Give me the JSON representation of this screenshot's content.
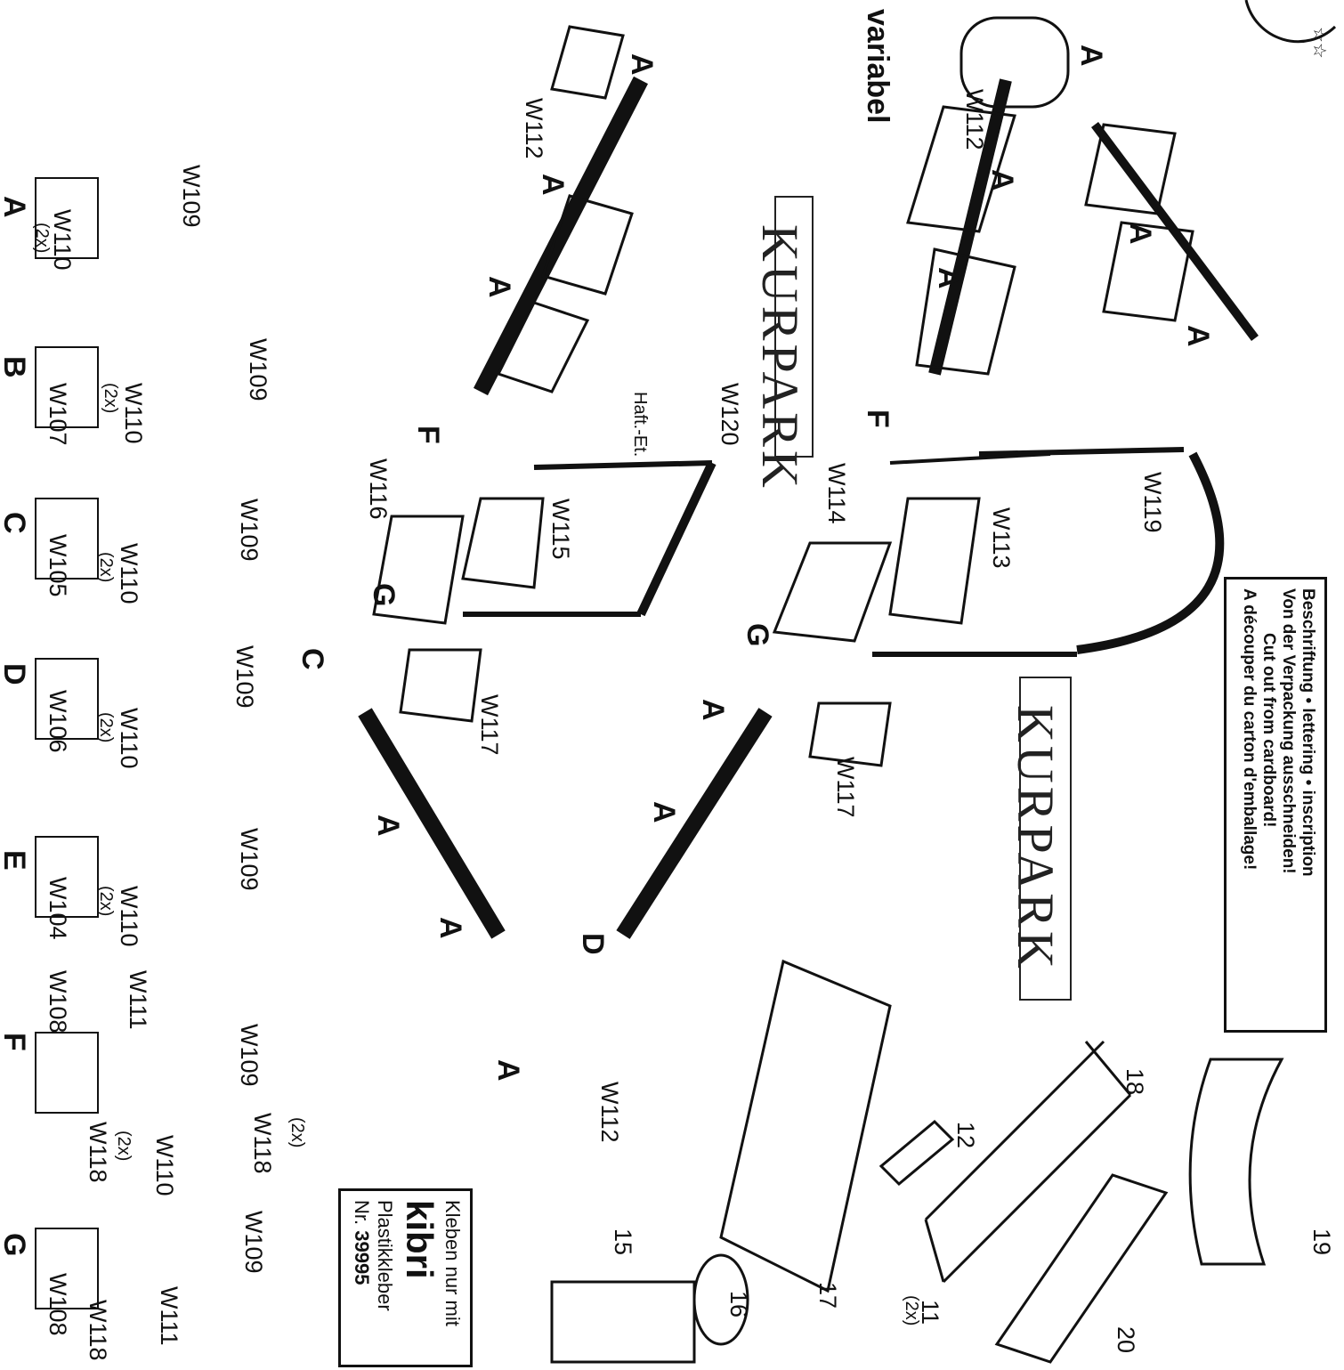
{
  "header": {
    "difficulty_stars": "☆☆",
    "variabel": "variabel"
  },
  "signs": {
    "upper": "KURPARK",
    "lower": "KURPARK"
  },
  "notice": {
    "line1": "Beschriftung • lettering • inscription",
    "line2": "Von der Verpackung ausschneiden!",
    "line3": "Cut out from cardboard!",
    "line4": "A découper du carton d'emballage!"
  },
  "glue_box": {
    "line1": "Kleben nur mit",
    "brand": "kibri",
    "line3": "Plastikkleber",
    "line4_prefix": "Nr.",
    "line4_number": "39995"
  },
  "labels": {
    "W112_top": "W112",
    "W112_mid": "W112",
    "W112_bot": "W112",
    "W119": "W119",
    "W113": "W113",
    "W114": "W114",
    "W117_a": "W117",
    "W117_b": "W117",
    "W120": "W120",
    "haft": "Haft.-Et.",
    "W115": "W115",
    "W116": "W116",
    "A": "A",
    "C": "C",
    "D": "D",
    "F": "F",
    "G": "G",
    "B": "B",
    "E": "E",
    "n11": "11",
    "n11x": "(2x)",
    "n12": "12",
    "n15": "15",
    "n16": "16",
    "n17": "17",
    "n18": "18",
    "n19": "19",
    "n20": "20"
  },
  "assemblies": [
    {
      "letter": "A",
      "w109": "W109",
      "w110": "W110",
      "mult": "(2x)",
      "base": ""
    },
    {
      "letter": "B",
      "w109": "W109",
      "w110": "W110",
      "mult": "(2x)",
      "base": "W107"
    },
    {
      "letter": "C",
      "w109": "W109",
      "w110": "W110",
      "mult": "(2x)",
      "base": "W105"
    },
    {
      "letter": "D",
      "w109": "W109",
      "w110": "W110",
      "mult": "(2x)",
      "base": "W106"
    },
    {
      "letter": "E",
      "w109": "W109",
      "w110": "W110",
      "mult": "(2x)",
      "base": "W104"
    },
    {
      "letter": "F",
      "w109": "W109",
      "w110": "W110",
      "w111": "W111",
      "w108": "W108",
      "w118": "W118",
      "mult": "(2x)"
    },
    {
      "letter": "G",
      "w109": "W109",
      "w111": "W111",
      "w108": "W108",
      "w118": "W118",
      "mult": "(2x)"
    }
  ]
}
